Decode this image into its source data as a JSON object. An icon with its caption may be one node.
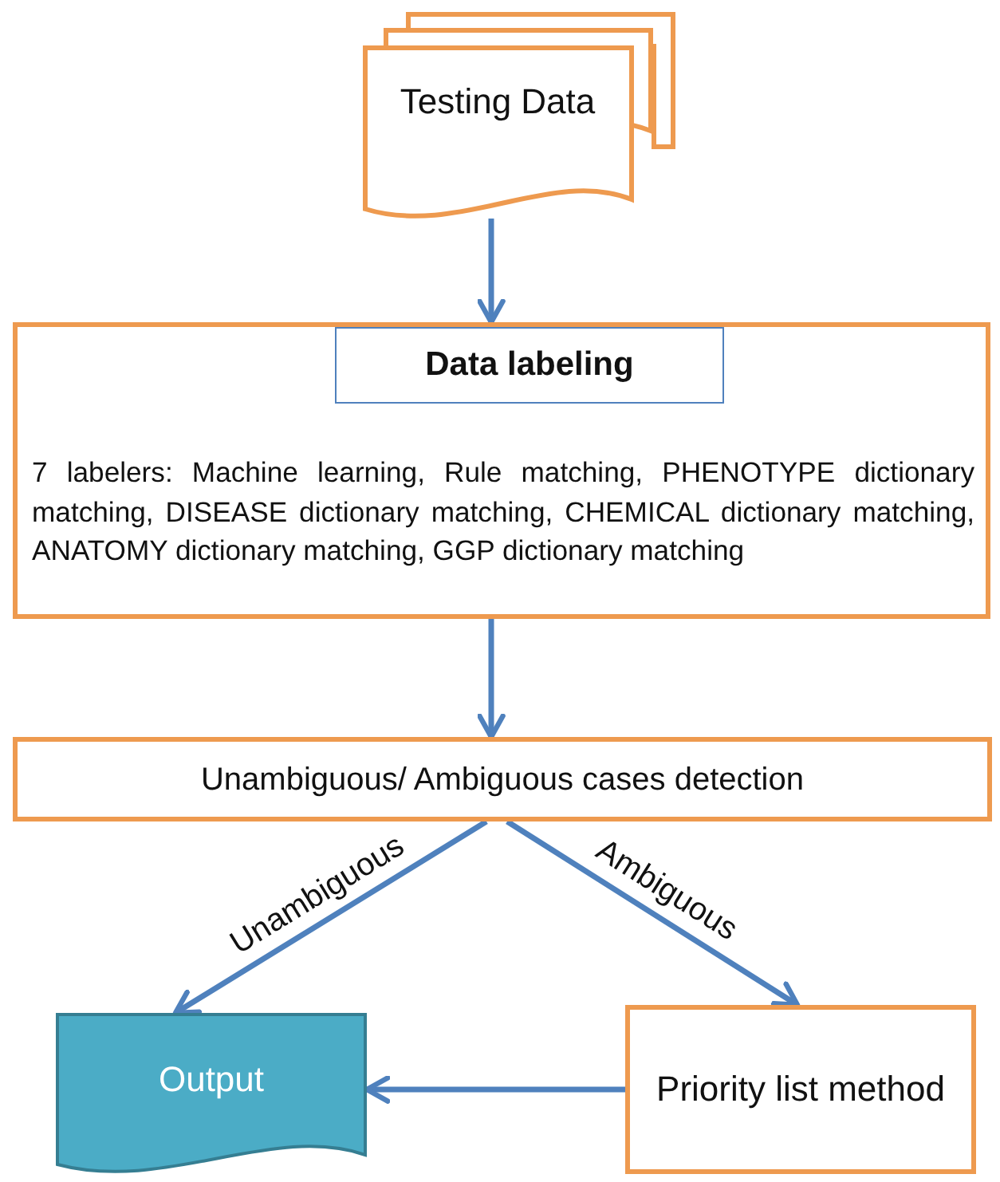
{
  "diagram": {
    "nodes": [
      {
        "text": [
          "Testing Data"
        ]
      },
      {
        "text": [
          "7 labelers: Machine learning, Rule matching, PHENOTYPE dictionary matching, DISEASE dictionary matching, CHEMICAL dictionary matching, ANATOMY dictionary matching, GGP dictionary matching"
        ]
      },
      {
        "text": [
          "Data labeling"
        ],
        "in": 1
      },
      {
        "text": [
          "Unambiguous/ Ambiguous cases detection"
        ]
      },
      {
        "text": [
          "Output"
        ]
      },
      {
        "text": [
          "Priority list method"
        ]
      }
    ],
    "edges": [
      {
        "from": 0,
        "to": 1,
        "arrow": "to"
      },
      {
        "from": 1,
        "to": 3,
        "arrow": "to"
      },
      {
        "from": 3,
        "to": 4,
        "arrow": "to",
        "label": "Unambiguous"
      },
      {
        "from": 3,
        "to": 5,
        "arrow": "to",
        "label": "Ambiguous"
      },
      {
        "from": 5,
        "to": 4,
        "arrow": "to"
      }
    ]
  }
}
